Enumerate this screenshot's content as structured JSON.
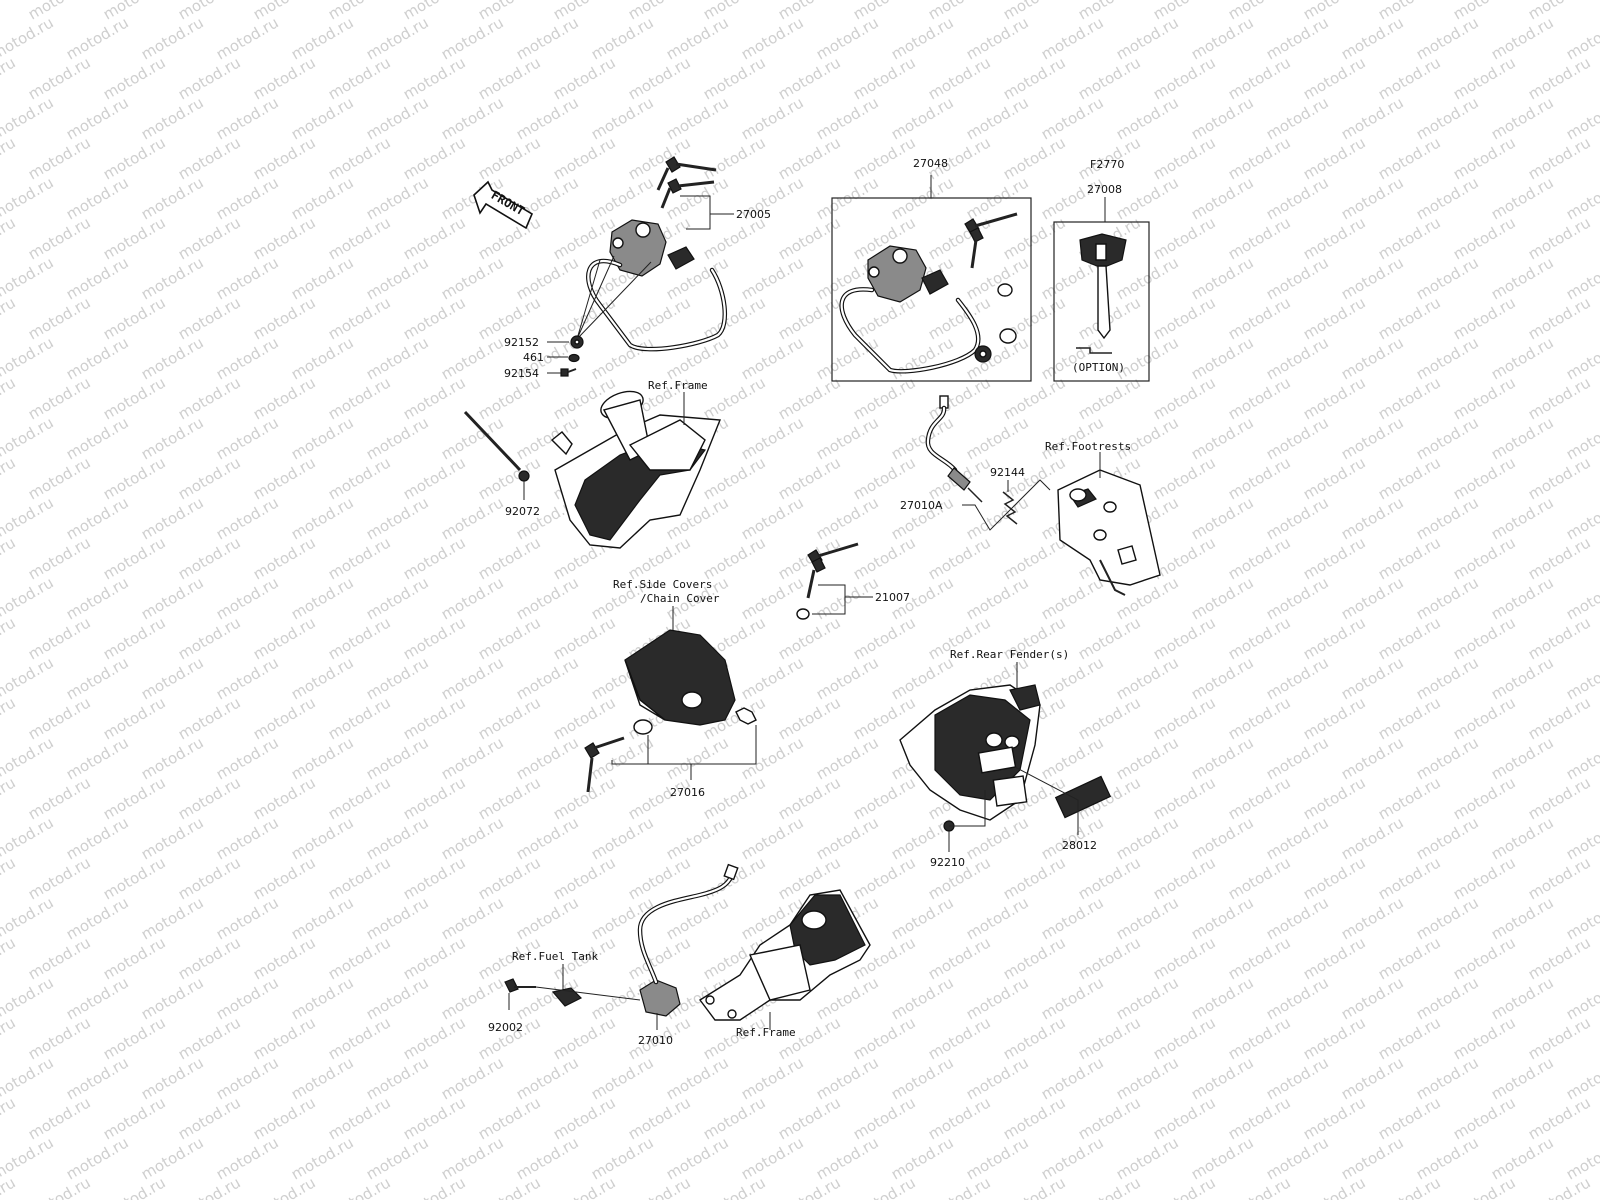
{
  "watermark": {
    "text": "motod.ru",
    "color": "#cfcfcf"
  },
  "front_arrow": {
    "label": "FRONT"
  },
  "labels": {
    "p27005": "27005",
    "p92152": "92152",
    "p461": "461",
    "p92154": "92154",
    "ref_frame_top": "Ref.Frame",
    "p92072": "92072",
    "p27048": "27048",
    "f2770": "F2770",
    "p27008": "27008",
    "option": "(OPTION)",
    "ref_footrests": "Ref.Footrests",
    "p92144": "92144",
    "p27010a": "27010A",
    "p21007": "21007",
    "ref_side_covers_1": "Ref.Side Covers",
    "ref_side_covers_2": "/Chain Cover",
    "p27016": "27016",
    "ref_rear_fender": "Ref.Rear Fender(s)",
    "p28012": "28012",
    "p92210": "92210",
    "ref_fuel_tank": "Ref.Fuel Tank",
    "p92002": "92002",
    "p27010": "27010",
    "ref_frame_bottom": "Ref.Frame"
  }
}
